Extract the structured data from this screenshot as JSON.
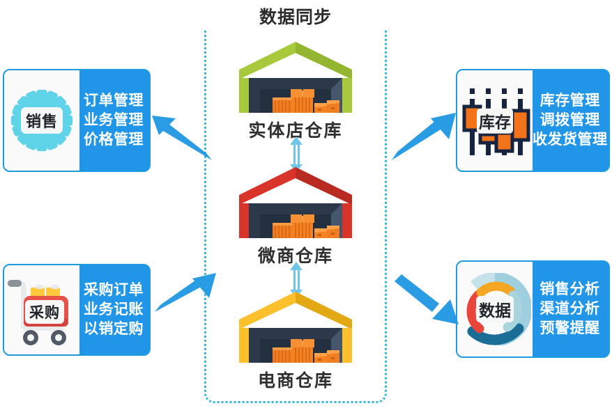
{
  "center": {
    "title": "数据同步",
    "border_color": "#35b5d8",
    "warehouses": [
      {
        "name": "实体店仓库",
        "roof_color": "#a8c93c",
        "roof_shadow": "#8fae2c",
        "icon": "warehouse-icon"
      },
      {
        "name": "微商仓库",
        "roof_color": "#d8342a",
        "roof_shadow": "#b92a20",
        "icon": "warehouse-icon"
      },
      {
        "name": "电商仓库",
        "roof_color": "#fbc02c",
        "roof_shadow": "#e2a915",
        "icon": "warehouse-icon"
      }
    ],
    "sync_arrows": [
      {
        "name": "sync-arrow-store-to-weishang",
        "direction": "both"
      },
      {
        "name": "sync-arrow-weishang-to-ecom",
        "direction": "both"
      }
    ]
  },
  "cards": {
    "sales": {
      "badge": "销售",
      "icon": "starburst-icon",
      "accent": "#5fd3e8",
      "lines": [
        "订单管理",
        "业务管理",
        "价格管理"
      ]
    },
    "purchase": {
      "badge": "采购",
      "icon": "shopping-cart-icon",
      "accent": "#e8504a",
      "lines": [
        "采购订单",
        "业务记账",
        "以销定购"
      ]
    },
    "stock": {
      "badge": "库存",
      "icon": "candlestick-chart-icon",
      "accent": "#f3731a",
      "lines": [
        "库存管理",
        "调拨管理",
        "收发货管理"
      ]
    },
    "data": {
      "badge": "数据",
      "icon": "donut-chart-icon",
      "accent": "#1a6e96",
      "lines": [
        "销售分析",
        "渠道分析",
        "预警提醒"
      ]
    }
  },
  "arrows": {
    "to_sales": {
      "name": "arrow-center-to-sales",
      "direction": "up-left",
      "color": "#2a9ce4"
    },
    "from_purchase": {
      "name": "arrow-purchase-to-center",
      "direction": "up-right",
      "color": "#2a9ce4"
    },
    "to_stock": {
      "name": "arrow-center-to-stock",
      "direction": "up-right",
      "color": "#2a9ce4"
    },
    "to_data": {
      "name": "arrow-center-to-data",
      "direction": "down-right",
      "color": "#2a9ce4"
    }
  },
  "theme": {
    "card_blue": "#2196e8",
    "card_border": "#1e9ae0",
    "arrow_blue": "#2a9ce4",
    "sync_blue": "#6ec7ea",
    "text_dark": "#2b2b2b"
  }
}
